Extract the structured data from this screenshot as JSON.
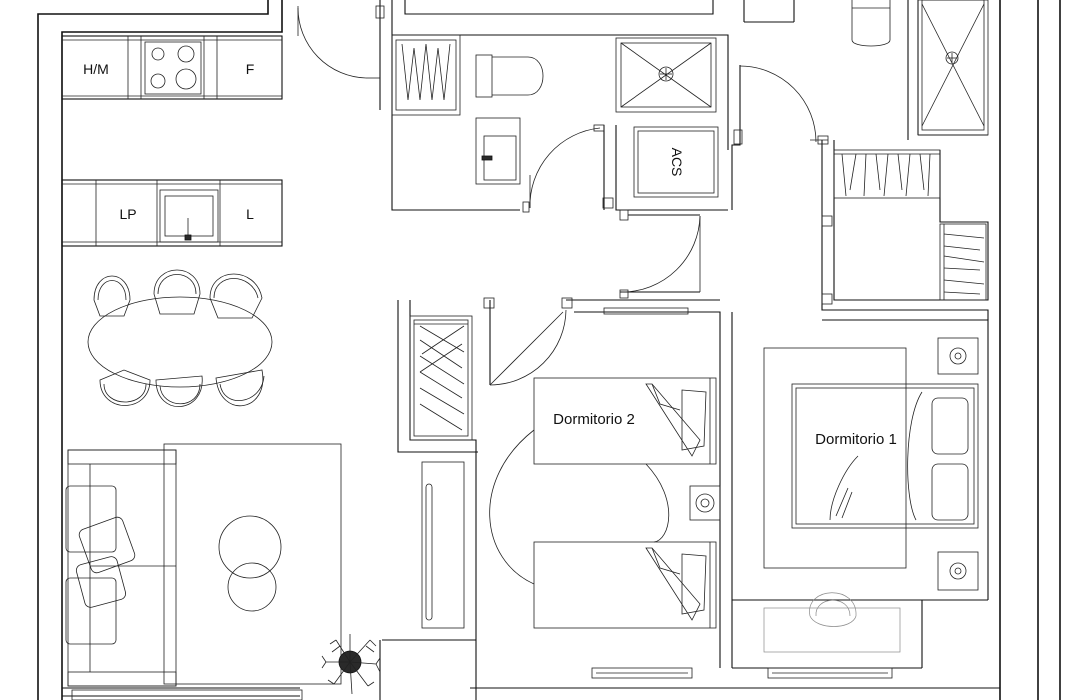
{
  "labels": {
    "kitchen_hm": "H/M",
    "kitchen_f": "F",
    "kitchen_lp": "LP",
    "kitchen_l": "L",
    "water_heater": "ACS",
    "bedroom_2": "Dormitorio 2",
    "bedroom_1": "Dormitorio 1"
  },
  "icons": [
    "door-swing-icon",
    "stove-icon",
    "sink-icon",
    "toilet-icon",
    "shower-icon",
    "wardrobe-icon",
    "bed-icon",
    "pillow-icon",
    "sofa-icon",
    "table-icon",
    "chair-icon",
    "plant-icon",
    "lamp-icon",
    "window-icon"
  ],
  "colors": {
    "line": "#111111",
    "background": "#ffffff",
    "hatch": "#222222"
  }
}
